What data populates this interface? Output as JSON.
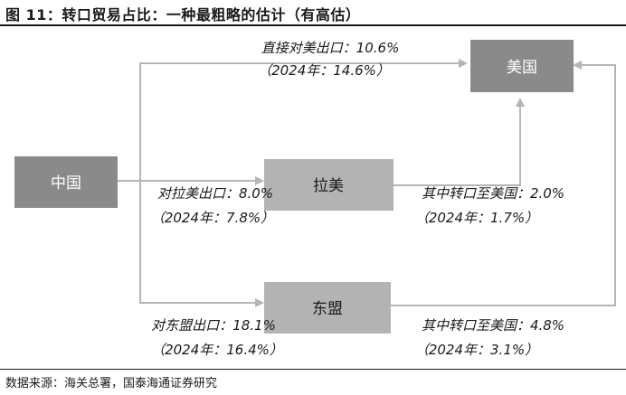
{
  "title": "图 11：转口贸易占比：一种最粗略的估计（有高估）",
  "source": "数据来源：海关总署，国泰海通证券研究",
  "nodes": {
    "china": "中国",
    "usa": "美国",
    "latam": "拉美",
    "asean": "东盟"
  },
  "edges": {
    "direct": {
      "line1": "直接对美出口：10.6%",
      "line2": "（2024年：14.6%）"
    },
    "to_latam": {
      "line1": "对拉美出口：8.0%",
      "line2": "（2024年：7.8%）"
    },
    "latam_transit": {
      "line1": "其中转口至美国：2.0%",
      "line2": "（2024年：1.7%）"
    },
    "to_asean": {
      "line1": "对东盟出口：18.1%",
      "line2": "（2024年：16.4%）"
    },
    "asean_transit": {
      "line1": "其中转口至美国：4.8%",
      "line2": "（2024年：3.1%）"
    }
  },
  "colors": {
    "node_dark": "#8a8a8a",
    "node_light": "#b3b3b3",
    "edge": "#b5b5b5"
  }
}
